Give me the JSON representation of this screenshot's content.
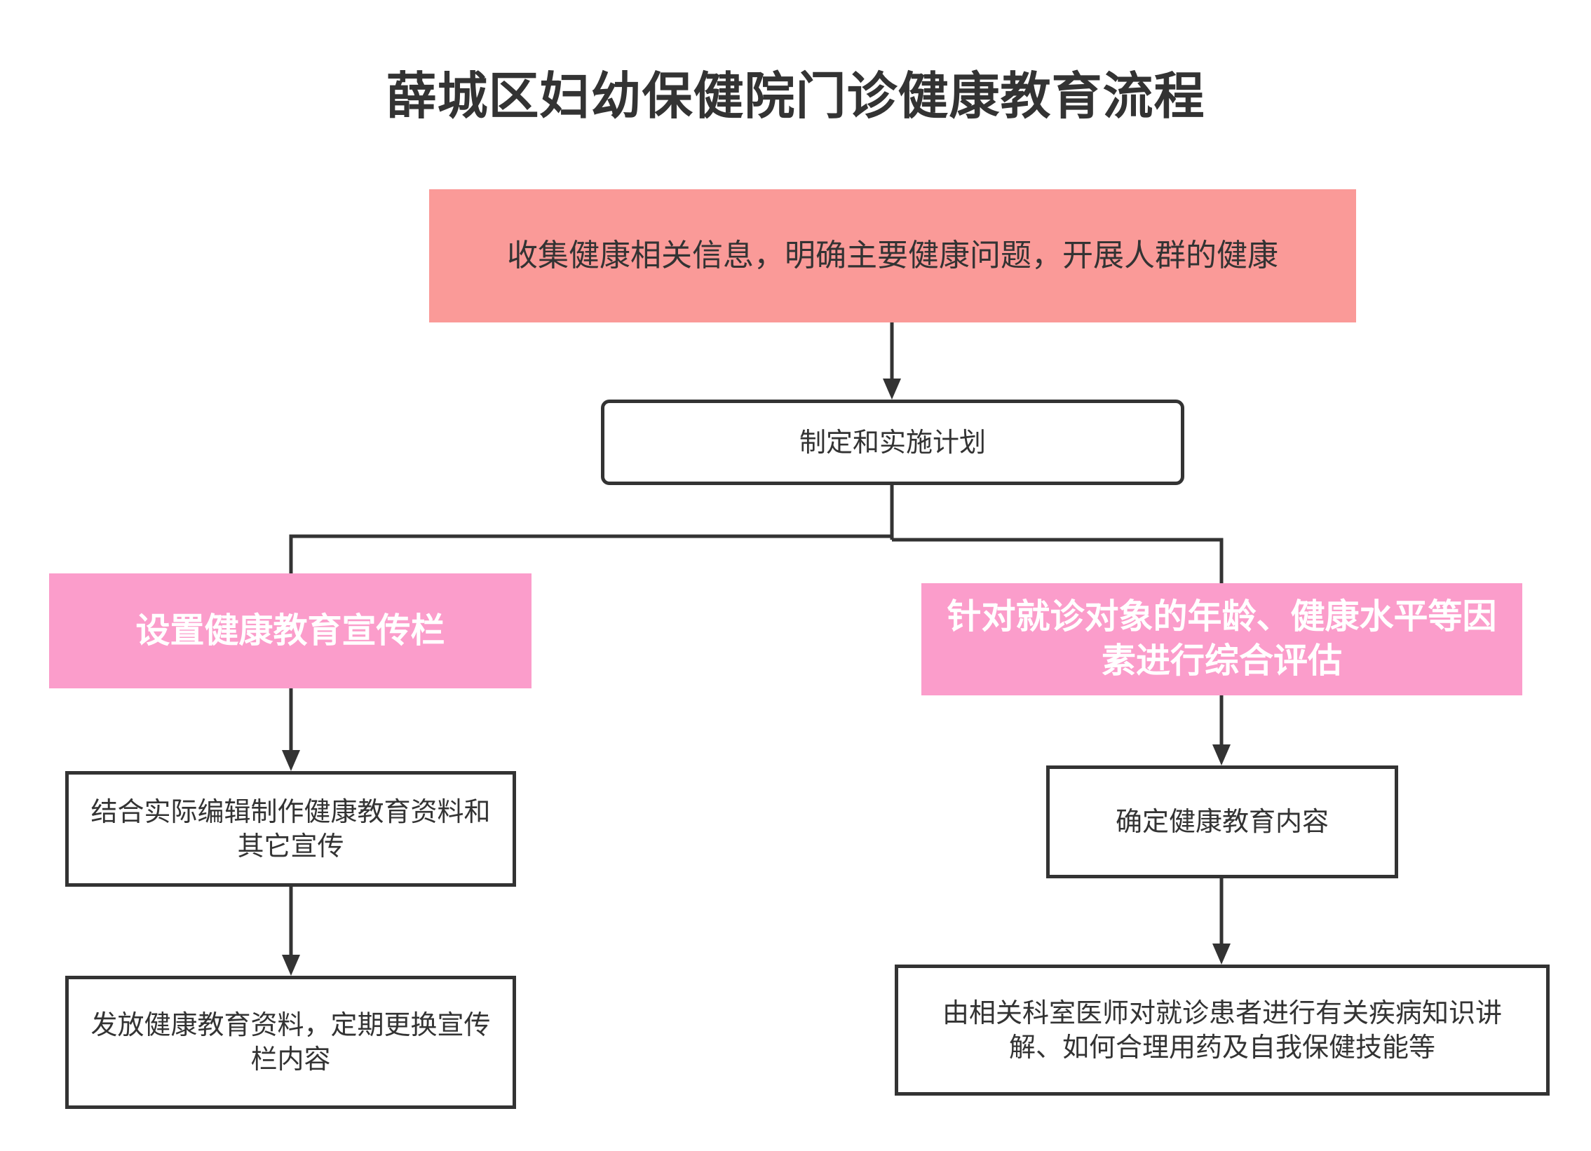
{
  "title": "薛城区妇幼保健院门诊健康教育流程",
  "nodes": {
    "collect_info": "收集健康相关信息，明确主要健康问题，开展人群的健康",
    "plan": "制定和实施计划",
    "bulletin": "设置健康教育宣传栏",
    "assess": "针对就诊对象的年龄、健康水平等因素进行综合评估",
    "materials": "结合实际编辑制作健康教育资料和其它宣传",
    "content": "确定健康教育内容",
    "distribute": "发放健康教育资料，定期更换宣传栏内容",
    "doctor": "由相关科室医师对就诊患者进行有关疾病知识讲解、如何合理用药及自我保健技能等"
  },
  "colors": {
    "salmon_fill": "#fa9a98",
    "pink_fill": "#fb9dcb",
    "line": "#333333"
  }
}
